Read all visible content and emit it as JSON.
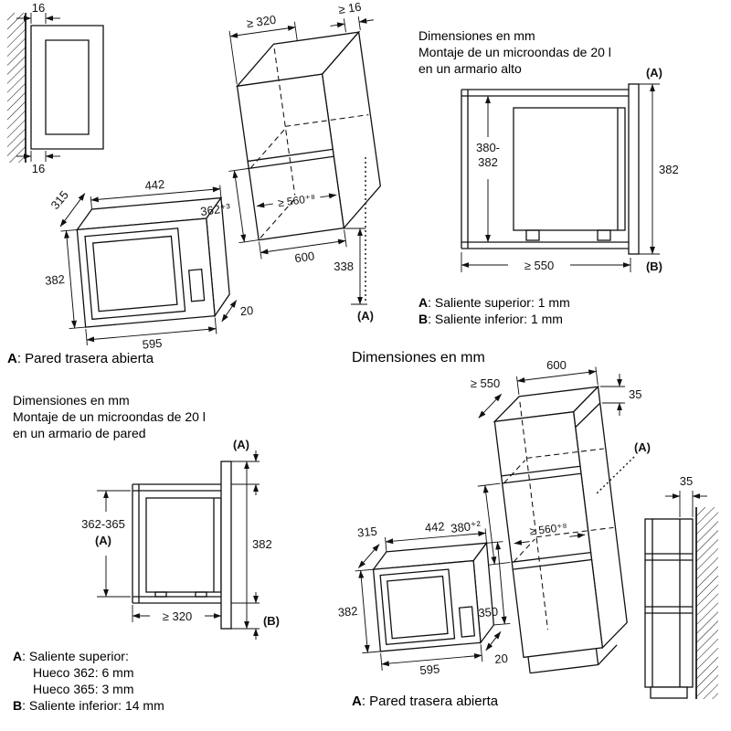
{
  "top_left": {
    "dim16_top": "16",
    "dim16_bottom": "16",
    "mw_depth": "315",
    "mw_width": "442",
    "mw_height": "382",
    "mw_front_width": "595",
    "mw_offset": "20",
    "caption_a": "A",
    "caption_text": ": Pared trasera abierta"
  },
  "top_mid": {
    "depth": "≥ 320",
    "panel": "≥ 16",
    "niche_height": "362⁺³",
    "niche_width": "≥ 560⁺⁸",
    "width": "600",
    "clearance": "338",
    "ref_a": "(A)"
  },
  "top_right": {
    "title1": "Dimensiones en mm",
    "title2": "Montaje de un microondas de 20 l",
    "title3": "en un armario alto",
    "hueco_line1": "380-",
    "hueco_line2": "382",
    "front_height": "382",
    "depth": "≥ 550",
    "ref_a": "(A)",
    "ref_b": "(B)",
    "note_a": "A",
    "note_a_text": ": Saliente superior: 1 mm",
    "note_b": "B",
    "note_b_text": ": Saliente inferior: 1 mm"
  },
  "bottom_left": {
    "title1": "Dimensiones en mm",
    "title2": "Montaje de un microondas de 20 l",
    "title3": "en un armario de pared",
    "hueco": "362-365",
    "hueco_ref": "(A)",
    "front_height": "382",
    "depth": "≥ 320",
    "ref_a": "(A)",
    "ref_b": "(B)",
    "note_a": "A",
    "note_a_text": ": Saliente superior:",
    "note_a_sub1": "Hueco 362: 6 mm",
    "note_a_sub2": "Hueco 365: 3 mm",
    "note_b": "B",
    "note_b_text": ": Saliente inferior: 14 mm"
  },
  "bottom_right": {
    "title": "Dimensiones en mm",
    "cab_depth": "≥ 550",
    "cab_width": "600",
    "panel_thickness": "35",
    "niche_height": "380⁺²",
    "niche_width": "≥ 560⁺⁸",
    "ref_a": "(A)",
    "wall_offset": "35",
    "mw_depth": "315",
    "mw_width": "442",
    "mw_height": "382",
    "mw_body_height": "350",
    "mw_front_width": "595",
    "mw_offset": "20",
    "caption_a": "A",
    "caption_text": ": Pared trasera abierta"
  }
}
